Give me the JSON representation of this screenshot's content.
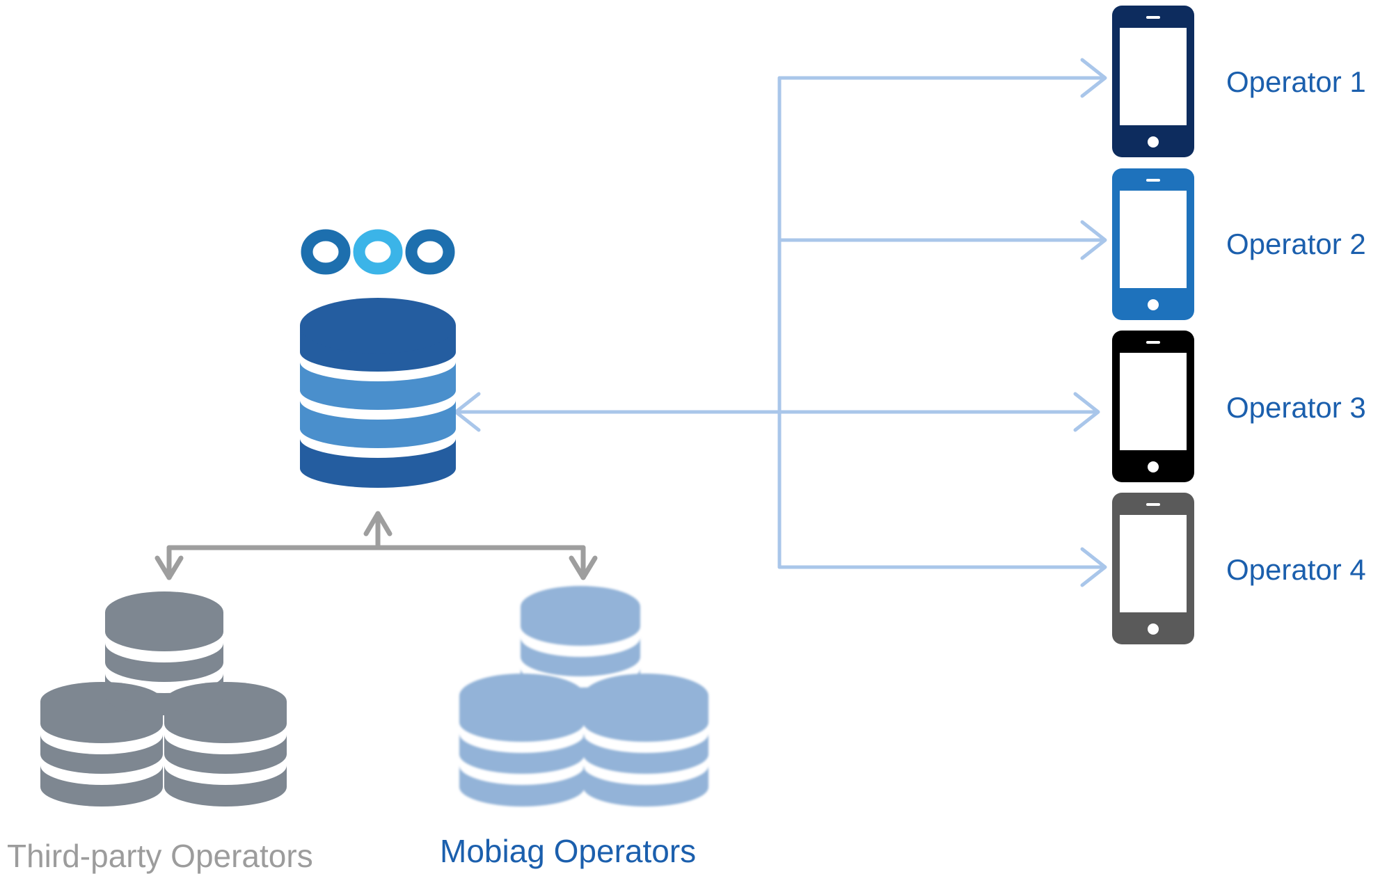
{
  "colors": {
    "connector": "#a9c6ea",
    "gray_connector": "#9e9e9e",
    "hub_dark": "#245da0",
    "hub_light": "#4a8fcc",
    "third_party_db": "#7e8791",
    "mobiag_db": "#93b3d8",
    "operator_label": "#1b5fad",
    "third_party_label": "#9c9c9c",
    "mobiag_label": "#1b5fad"
  },
  "hub": {
    "logo_icon": "mobiag-logo-icon",
    "database_icon": "database-icon"
  },
  "operators": [
    {
      "label": "Operator 1",
      "phone_color": "#0d2c5e",
      "icon": "smartphone-icon"
    },
    {
      "label": "Operator 2",
      "phone_color": "#1e72bc",
      "icon": "smartphone-icon"
    },
    {
      "label": "Operator 3",
      "phone_color": "#000000",
      "icon": "smartphone-icon"
    },
    {
      "label": "Operator 4",
      "phone_color": "#5a5a5a",
      "icon": "smartphone-icon"
    }
  ],
  "groups": {
    "third_party": {
      "label": "Third-party Operators",
      "icon": "database-cluster-icon"
    },
    "mobiag": {
      "label": "Mobiag Operators",
      "icon": "database-cluster-icon"
    }
  }
}
